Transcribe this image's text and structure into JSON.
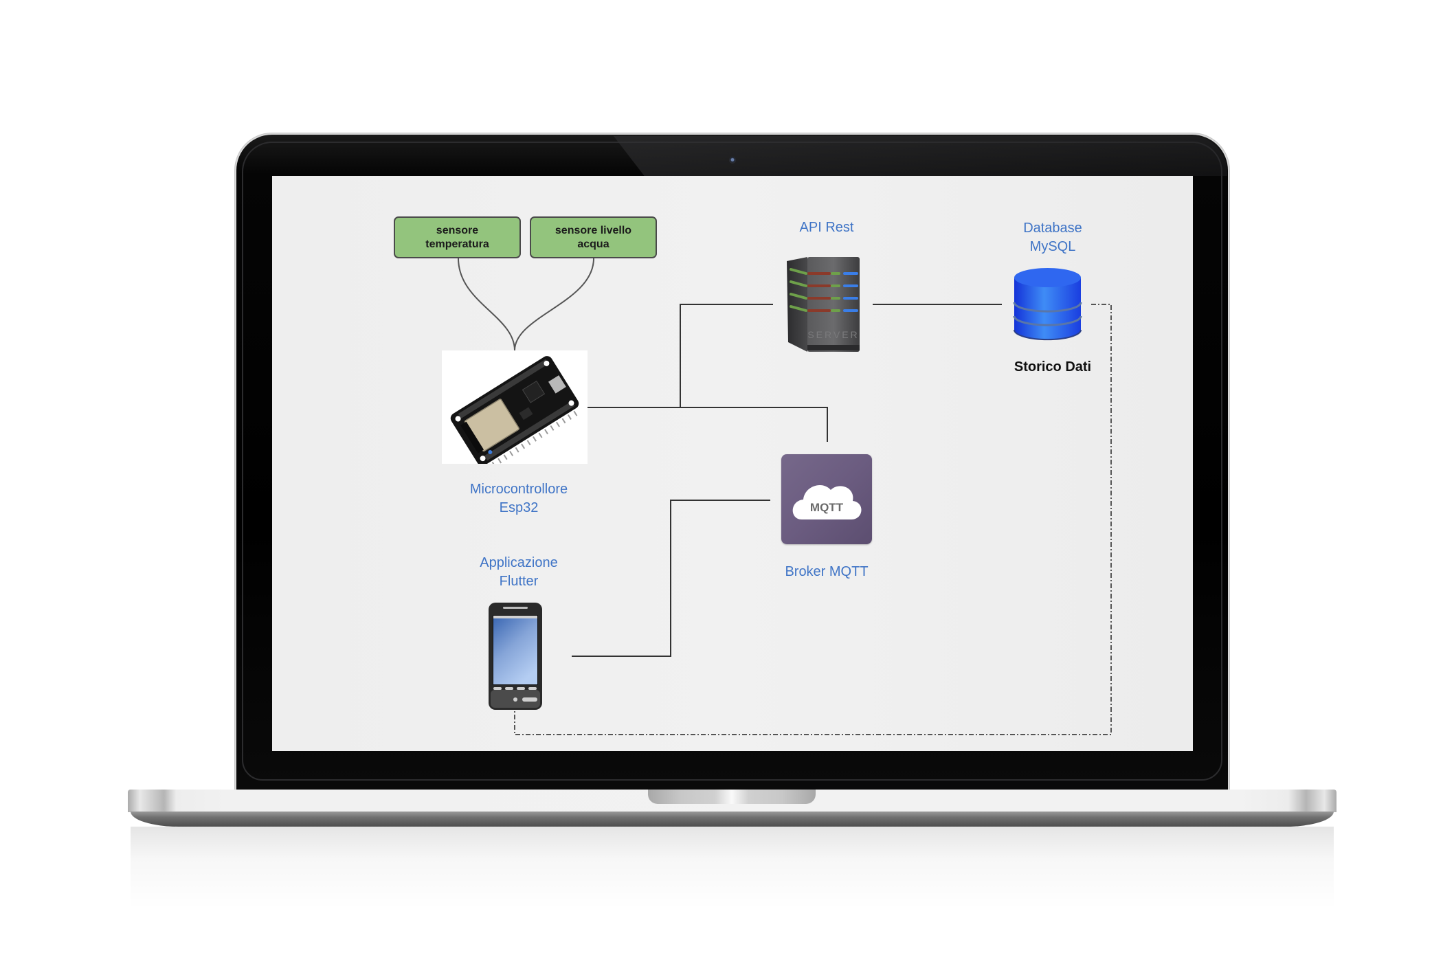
{
  "diagram": {
    "sensors": [
      {
        "label": "sensore temperatura",
        "line1": "sensore",
        "line2": "temperatura"
      },
      {
        "label": "sensore livello acqua",
        "line1": "sensore livello",
        "line2": "acqua"
      }
    ],
    "microcontroller": {
      "line1": "Microcontrollore",
      "line2": "Esp32"
    },
    "api": {
      "label": "API Rest",
      "icon": "server-icon",
      "icon_text": "SERVER"
    },
    "database": {
      "line1": "Database",
      "line2": "MySQL",
      "caption": "Storico Dati",
      "icon": "database-icon"
    },
    "broker": {
      "label": "Broker MQTT",
      "icon": "mqtt-cloud-icon",
      "icon_text": "MQTT"
    },
    "app": {
      "line1": "Applicazione",
      "line2": "Flutter",
      "icon": "smartphone-icon"
    },
    "connections": [
      {
        "from": "sensore temperatura",
        "to": "Microcontrollore Esp32",
        "style": "curve"
      },
      {
        "from": "sensore livello acqua",
        "to": "Microcontrollore Esp32",
        "style": "curve"
      },
      {
        "from": "Microcontrollore Esp32",
        "to": "API Rest",
        "style": "solid"
      },
      {
        "from": "Microcontrollore Esp32",
        "to": "Broker MQTT",
        "style": "solid"
      },
      {
        "from": "API Rest",
        "to": "Database MySQL",
        "style": "solid"
      },
      {
        "from": "Applicazione Flutter",
        "to": "Broker MQTT",
        "style": "solid"
      },
      {
        "from": "Database MySQL",
        "to": "Applicazione Flutter",
        "style": "dash-dot"
      }
    ],
    "colors": {
      "sensor_fill": "#93c47d",
      "label_blue": "#3f74c6",
      "mqtt_purple": "#6b5c80",
      "database_blue": "#1f55f0",
      "screen_bg": "#eeeeee"
    }
  }
}
